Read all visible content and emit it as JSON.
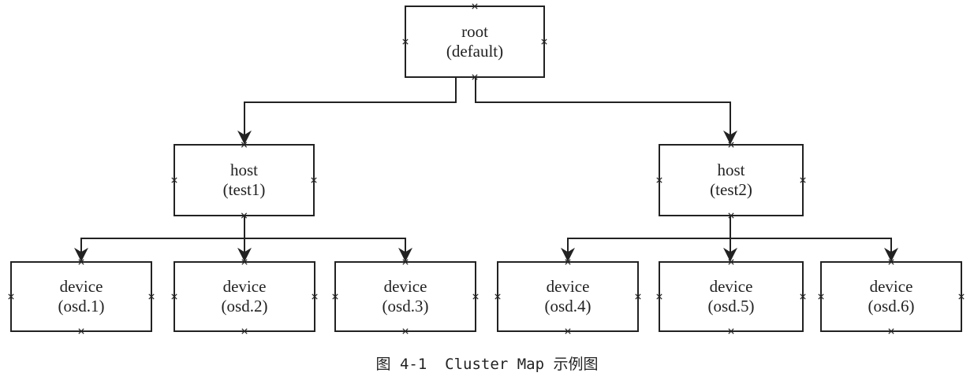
{
  "diagram": {
    "nodes": [
      {
        "id": "root",
        "line1": "root",
        "line2": "(default)"
      },
      {
        "id": "host1",
        "line1": "host",
        "line2": "(test1)"
      },
      {
        "id": "host2",
        "line1": "host",
        "line2": "(test2)"
      },
      {
        "id": "osd1",
        "line1": "device",
        "line2": "(osd.1)"
      },
      {
        "id": "osd2",
        "line1": "device",
        "line2": "(osd.2)"
      },
      {
        "id": "osd3",
        "line1": "device",
        "line2": "(osd.3)"
      },
      {
        "id": "osd4",
        "line1": "device",
        "line2": "(osd.4)"
      },
      {
        "id": "osd5",
        "line1": "device",
        "line2": "(osd.5)"
      },
      {
        "id": "osd6",
        "line1": "device",
        "line2": "(osd.6)"
      }
    ],
    "edges": [
      {
        "from": "root",
        "to": "host1"
      },
      {
        "from": "root",
        "to": "host2"
      },
      {
        "from": "host1",
        "to": "osd1"
      },
      {
        "from": "host1",
        "to": "osd2"
      },
      {
        "from": "host1",
        "to": "osd3"
      },
      {
        "from": "host2",
        "to": "osd4"
      },
      {
        "from": "host2",
        "to": "osd5"
      },
      {
        "from": "host2",
        "to": "osd6"
      }
    ],
    "caption": "图 4-1  Cluster Map 示例图"
  },
  "colors": {
    "line": "#222222",
    "background": "#ffffff"
  }
}
